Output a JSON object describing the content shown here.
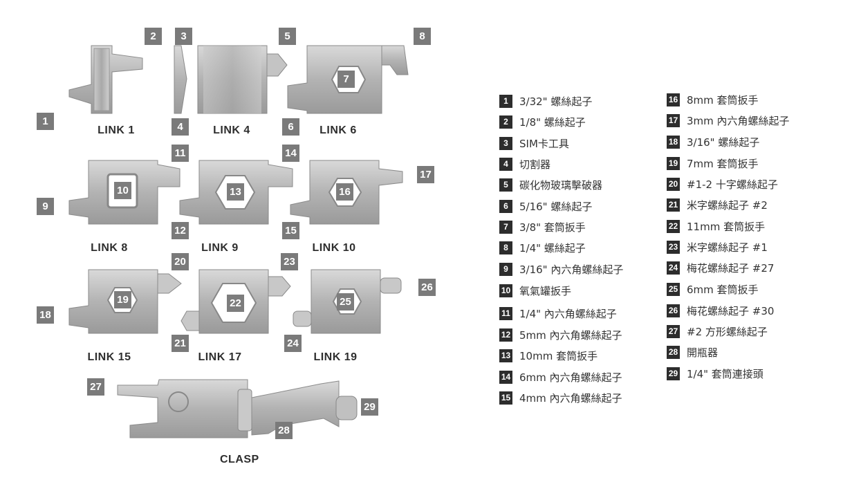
{
  "links": [
    {
      "id": "link-1",
      "name": "LINK 1"
    },
    {
      "id": "link-4",
      "name": "LINK 4"
    },
    {
      "id": "link-6",
      "name": "LINK 6"
    },
    {
      "id": "link-8",
      "name": "LINK 8"
    },
    {
      "id": "link-9",
      "name": "LINK 9"
    },
    {
      "id": "link-10",
      "name": "LINK 10"
    },
    {
      "id": "link-15",
      "name": "LINK 15"
    },
    {
      "id": "link-17",
      "name": "LINK 17"
    },
    {
      "id": "link-19",
      "name": "LINK 19"
    }
  ],
  "clasp_name": "CLASP",
  "part_numbers": [
    "1",
    "2",
    "3",
    "4",
    "5",
    "6",
    "7",
    "8",
    "9",
    "10",
    "11",
    "12",
    "13",
    "14",
    "15",
    "16",
    "17",
    "18",
    "19",
    "20",
    "21",
    "22",
    "23",
    "24",
    "25",
    "26",
    "27",
    "28",
    "29"
  ],
  "legend": [
    {
      "num": "1",
      "text": "3/32\" 螺絲起子"
    },
    {
      "num": "2",
      "text": "1/8\" 螺絲起子"
    },
    {
      "num": "3",
      "text": "SIM卡工具"
    },
    {
      "num": "4",
      "text": "切割器"
    },
    {
      "num": "5",
      "text": "碳化物玻璃擊破器"
    },
    {
      "num": "6",
      "text": "5/16\" 螺絲起子"
    },
    {
      "num": "7",
      "text": "3/8\" 套筒扳手"
    },
    {
      "num": "8",
      "text": "1/4\" 螺絲起子"
    },
    {
      "num": "9",
      "text": "3/16\"  內六角螺絲起子"
    },
    {
      "num": "10",
      "text": "氧氣罐扳手"
    },
    {
      "num": "11",
      "text": "1/4\"  內六角螺絲起子"
    },
    {
      "num": "12",
      "text": "5mm 內六角螺絲起子"
    },
    {
      "num": "13",
      "text": "10mm 套筒扳手"
    },
    {
      "num": "14",
      "text": "6mm 內六角螺絲起子"
    },
    {
      "num": "15",
      "text": "4mm 內六角螺絲起子"
    },
    {
      "num": "16",
      "text": "8mm 套筒扳手"
    },
    {
      "num": "17",
      "text": "3mm 內六角螺絲起子"
    },
    {
      "num": "18",
      "text": "3/16\" 螺絲起子"
    },
    {
      "num": "19",
      "text": "7mm 套筒扳手"
    },
    {
      "num": "20",
      "text": "#1-2 十字螺絲起子"
    },
    {
      "num": "21",
      "text": "米字螺絲起子 #2"
    },
    {
      "num": "22",
      "text": "11mm 套筒扳手"
    },
    {
      "num": "23",
      "text": "米字螺絲起子 #1"
    },
    {
      "num": "24",
      "text": "梅花螺絲起子 #27"
    },
    {
      "num": "25",
      "text": "6mm 套筒扳手"
    },
    {
      "num": "26",
      "text": "梅花螺絲起子 #30"
    },
    {
      "num": "27",
      "text": "#2 方形螺絲起子"
    },
    {
      "num": "28",
      "text": "開瓶器"
    },
    {
      "num": "29",
      "text": "1/4\"  套筒連接頭"
    }
  ],
  "colors": {
    "badge": "#7a7a7a",
    "legend_badge": "#2d2d2d",
    "steel": "#b9b9b9"
  }
}
